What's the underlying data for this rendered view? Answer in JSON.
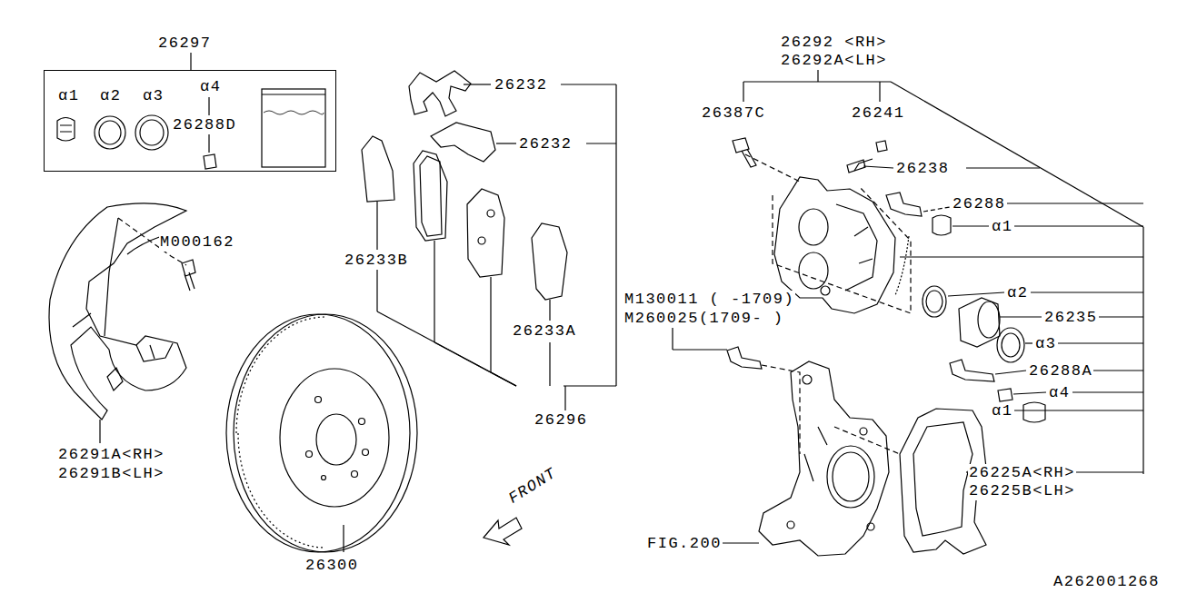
{
  "diagram": {
    "nodes": [
      {
        "text": [
          "26297",
          "α1",
          "α2",
          "α3",
          "α4",
          "26288D"
        ]
      }
    ],
    "labels": [
      "26232",
      "26232",
      "26292 <RH>",
      "26292A<LH>",
      "26387C",
      "26241",
      "26238",
      "26288",
      "α1",
      "M000162",
      "26233B",
      "26233A",
      "26296",
      "α2",
      "26235",
      "α3",
      "26288A",
      "α4",
      "α1",
      "M130011 ( -1709)",
      "M260025(1709- )",
      "26225A<RH>",
      "26225B<LH>",
      "26291A<RH>",
      "26291B<LH>",
      "26300",
      "FRONT",
      "FIG.200",
      "A262001268"
    ]
  }
}
